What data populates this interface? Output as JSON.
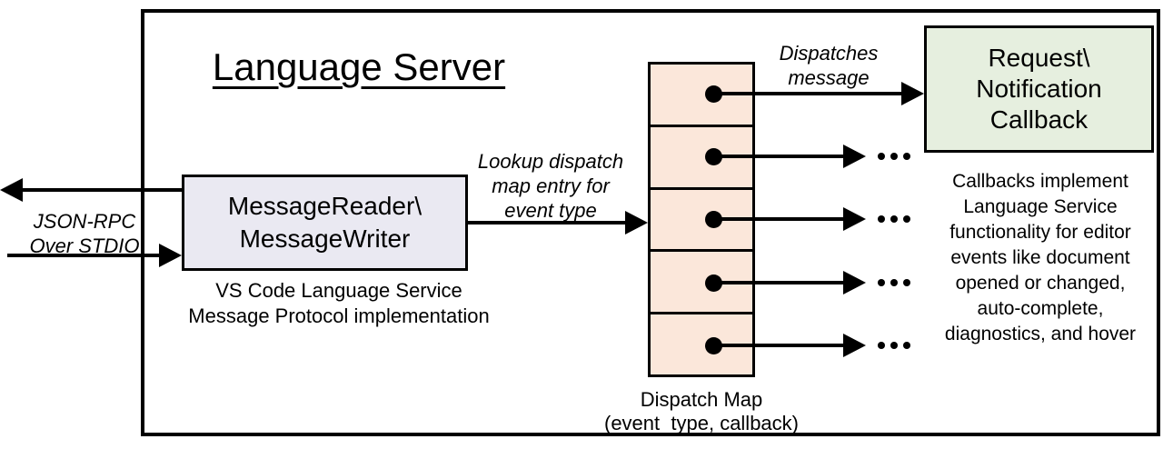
{
  "diagram": {
    "title": "Language Server",
    "stdio_channel": {
      "label_line1": "JSON-RPC",
      "label_line2": "Over STDIO"
    },
    "message_box": {
      "line1": "MessageReader\\",
      "line2": "MessageWriter",
      "caption_line1": "VS Code Language Service",
      "caption_line2": "Message Protocol implementation",
      "fill": "#EAE9F2"
    },
    "lookup_label": {
      "line1": "Lookup dispatch",
      "line2": "map entry for",
      "line3": "event type"
    },
    "dispatch_map": {
      "cell_count": 5,
      "fill": "#FBE7DA",
      "caption_line1": "Dispatch Map",
      "caption_line2": "(event_type, callback)"
    },
    "dispatches_label": {
      "line1": "Dispatches",
      "line2": "message"
    },
    "callback_box": {
      "line1": "Request\\",
      "line2": "Notification",
      "line3": "Callback",
      "fill": "#E6EFDF"
    },
    "callback_note": {
      "lines": [
        "Callbacks implement",
        "Language Service",
        "functionality for editor",
        "events like document",
        "opened or changed,",
        "auto-complete,",
        "diagnostics, and hover"
      ]
    },
    "colors": {
      "ink": "#000000",
      "background": "#FFFFFF"
    }
  }
}
